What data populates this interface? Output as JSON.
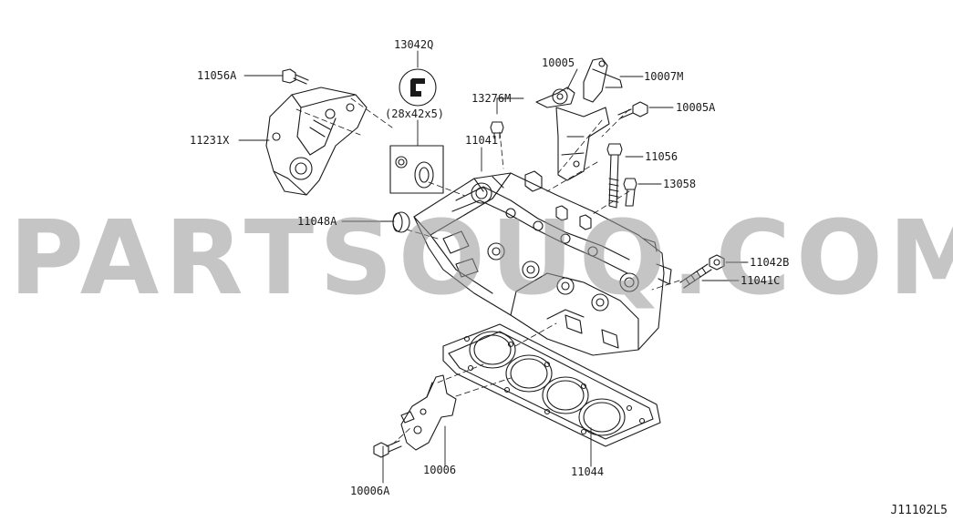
{
  "diagram": {
    "id": "J11102L5",
    "watermark": "PARTSOUQ.COM",
    "size_note": "(28x42x5)",
    "parts": {
      "p13042q": "13042Q",
      "p11056a": "11056A",
      "p11231x": "11231X",
      "p10005": "10005",
      "p10007m": "10007M",
      "p13276m": "13276M",
      "p10005a": "10005A",
      "p11041": "11041",
      "p11056": "11056",
      "p13058": "13058",
      "p11048a": "11048A",
      "p11042b": "11042B",
      "p11041c": "11041C",
      "p10006": "10006",
      "p10006a": "10006A",
      "p11044": "11044"
    }
  }
}
